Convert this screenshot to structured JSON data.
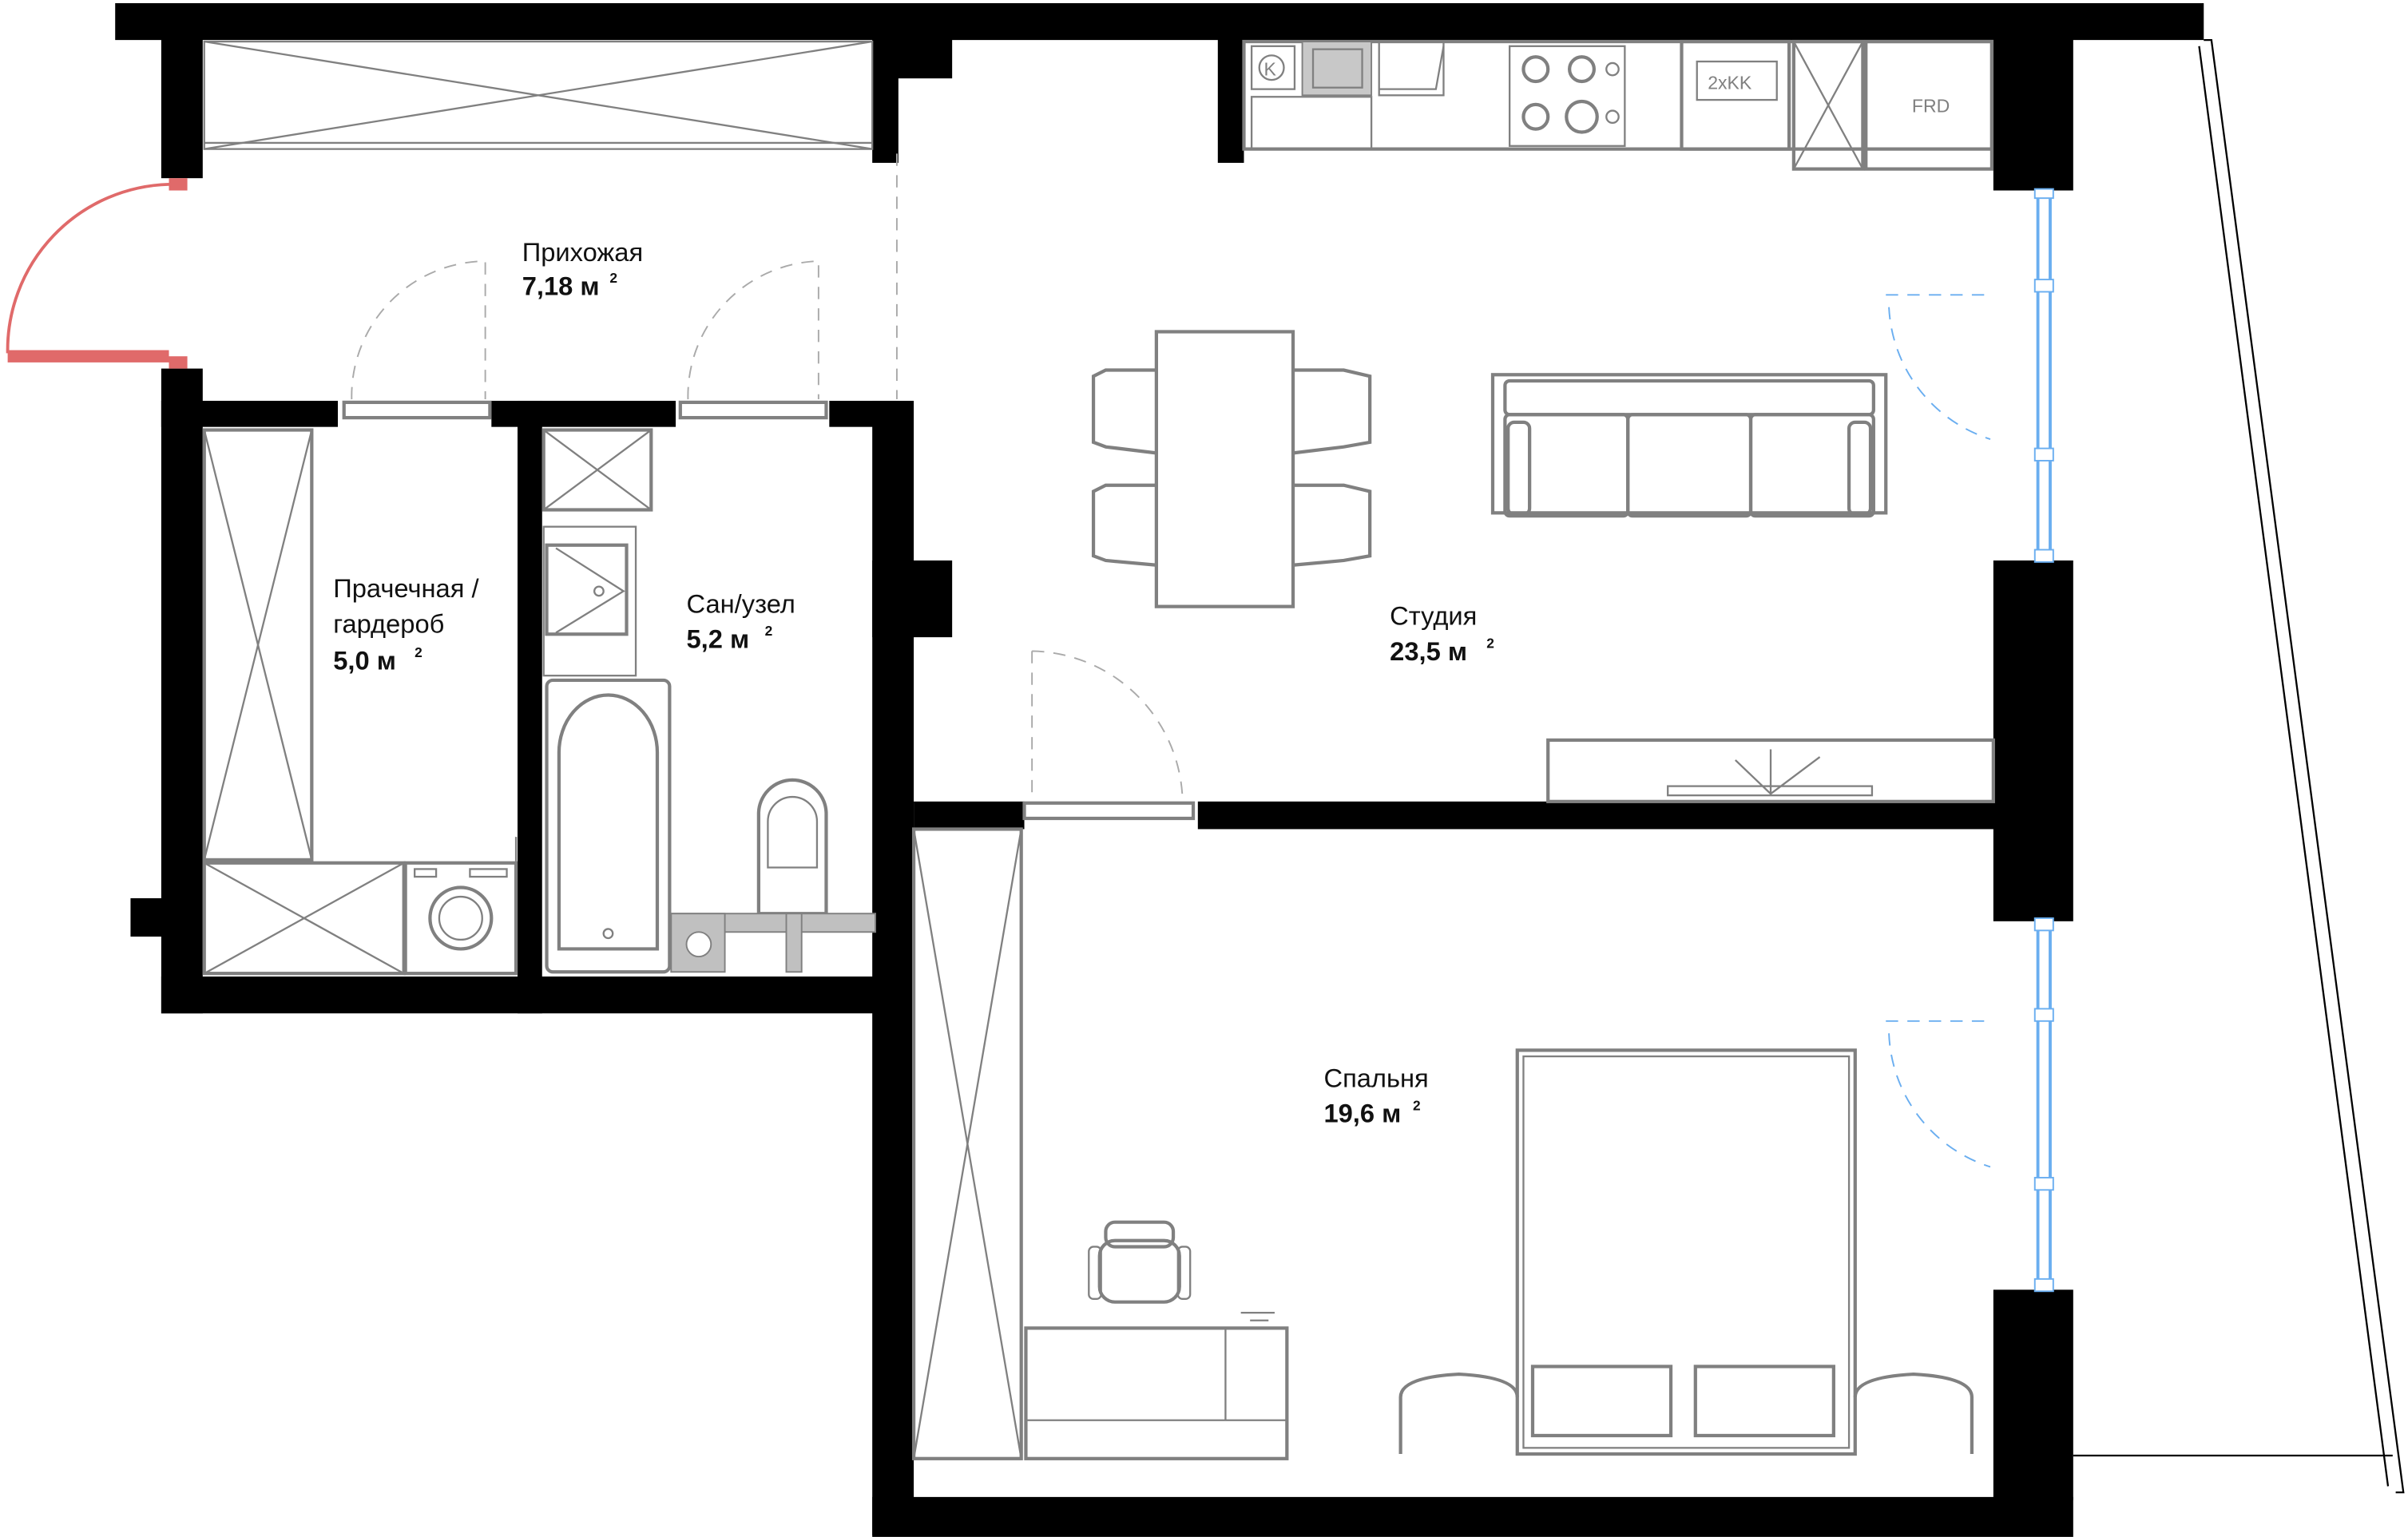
{
  "rooms": [
    {
      "name": "Прихожая",
      "area": "7,18 м",
      "unit_sup": "2"
    },
    {
      "name": "Прачечная /",
      "name2": "гардероб",
      "area": "5,0 м",
      "unit_sup": "2"
    },
    {
      "name": "Сан/узел",
      "area": "5,2 м",
      "unit_sup": "2"
    },
    {
      "name": "Студия",
      "area": "23,5 м",
      "unit_sup": "2"
    },
    {
      "name": "Спальня",
      "area": "19,6 м",
      "unit_sup": "2"
    }
  ],
  "appliance_labels": {
    "fridge": "FRD",
    "oven": "2xKK",
    "k": "K"
  },
  "colors": {
    "wall": "#000000",
    "furniture": "#808080",
    "window": "#6aaef0",
    "entrance": "#e06a6a"
  }
}
